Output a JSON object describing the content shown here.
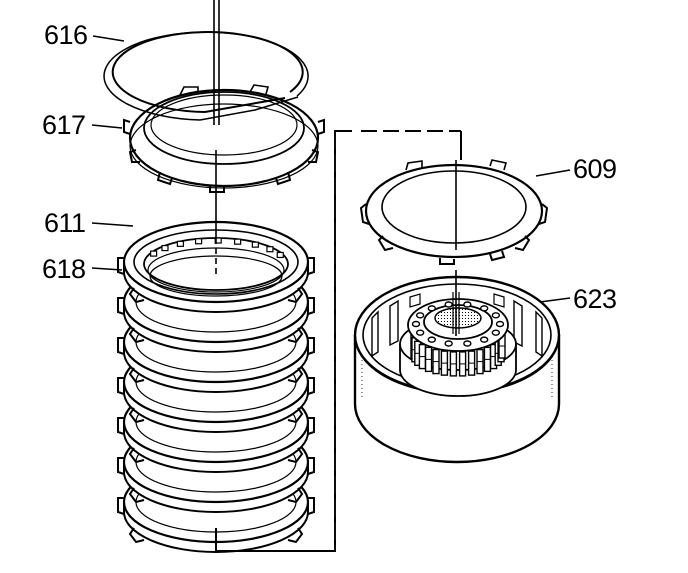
{
  "diagram": {
    "callouts": [
      {
        "id": "616",
        "text": "616"
      },
      {
        "id": "617",
        "text": "617"
      },
      {
        "id": "611",
        "text": "611"
      },
      {
        "id": "618",
        "text": "618"
      },
      {
        "id": "609",
        "text": "609"
      },
      {
        "id": "623",
        "text": "623"
      }
    ],
    "stack_plate_count": 7
  }
}
